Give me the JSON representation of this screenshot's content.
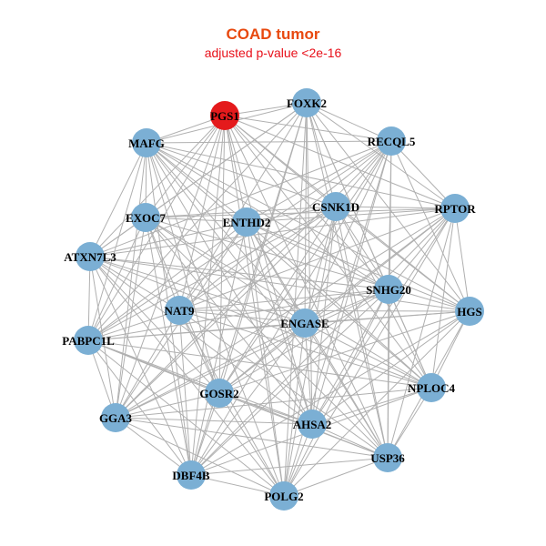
{
  "title": "COAD tumor",
  "subtitle": "adjusted p-value <2e-16",
  "colors": {
    "node_default": "#7BAFD4",
    "node_highlight": "#E41A1C",
    "edge": "#B0B0B0",
    "title": "#E8490F",
    "subtitle": "#E8101A"
  },
  "nodes": [
    {
      "id": "PGS1",
      "highlight": true
    },
    {
      "id": "FOXK2",
      "highlight": false
    },
    {
      "id": "MAFG",
      "highlight": false
    },
    {
      "id": "RECQL5",
      "highlight": false
    },
    {
      "id": "EXOC7",
      "highlight": false
    },
    {
      "id": "ENTHD2",
      "highlight": false
    },
    {
      "id": "CSNK1D",
      "highlight": false
    },
    {
      "id": "RPTOR",
      "highlight": false
    },
    {
      "id": "ATXN7L3",
      "highlight": false
    },
    {
      "id": "SNHG20",
      "highlight": false
    },
    {
      "id": "NAT9",
      "highlight": false
    },
    {
      "id": "ENGASE",
      "highlight": false
    },
    {
      "id": "HGS",
      "highlight": false
    },
    {
      "id": "PABPC1L",
      "highlight": false
    },
    {
      "id": "GOSR2",
      "highlight": false
    },
    {
      "id": "NPLOC4",
      "highlight": false
    },
    {
      "id": "GGA3",
      "highlight": false
    },
    {
      "id": "AHSA2",
      "highlight": false
    },
    {
      "id": "USP36",
      "highlight": false
    },
    {
      "id": "DBF4B",
      "highlight": false
    },
    {
      "id": "POLG2",
      "highlight": false
    }
  ],
  "edges": "dense: nearly every pair of nodes connected"
}
